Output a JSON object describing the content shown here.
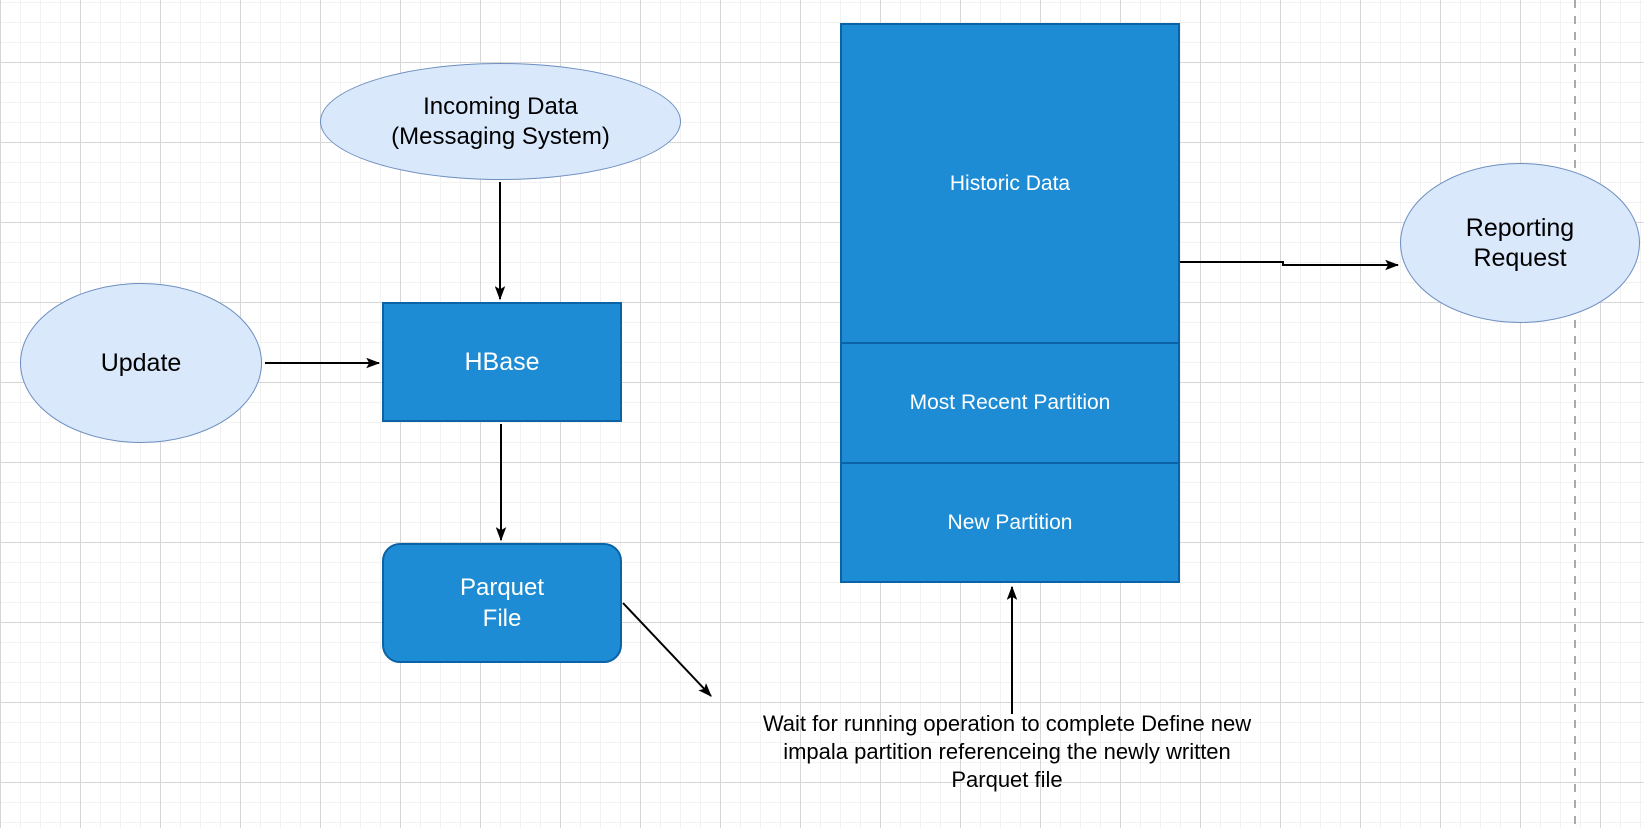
{
  "diagram": {
    "nodes": {
      "incoming": {
        "line1": "Incoming Data",
        "line2": "(Messaging System)"
      },
      "update": {
        "label": "Update"
      },
      "hbase": {
        "label": "HBase"
      },
      "parquet": {
        "line1": "Parquet",
        "line2": "File"
      },
      "stack": {
        "historic": "Historic Data",
        "recent": "Most Recent Partition",
        "new_partition": "New Partition"
      },
      "reporting": {
        "line1": "Reporting",
        "line2": "Request"
      }
    },
    "annotation": {
      "line1": "Wait for running operation to complete Define new",
      "line2": "impala partition referenceing the newly written",
      "line3": "Parquet file"
    },
    "colors": {
      "node_fill_light": "#dae8fc",
      "node_stroke_light": "#6c8ebf",
      "node_fill_blue": "#1e8cd4",
      "node_stroke_blue": "#0b62a4",
      "label_on_blue": "#ffffff",
      "label_on_light": "#000000",
      "arrow": "#000000",
      "grid_minor": "#f2f2f2",
      "grid_major": "#d6d6d6",
      "page_guide": "#ababab",
      "background": "#ffffff"
    }
  }
}
